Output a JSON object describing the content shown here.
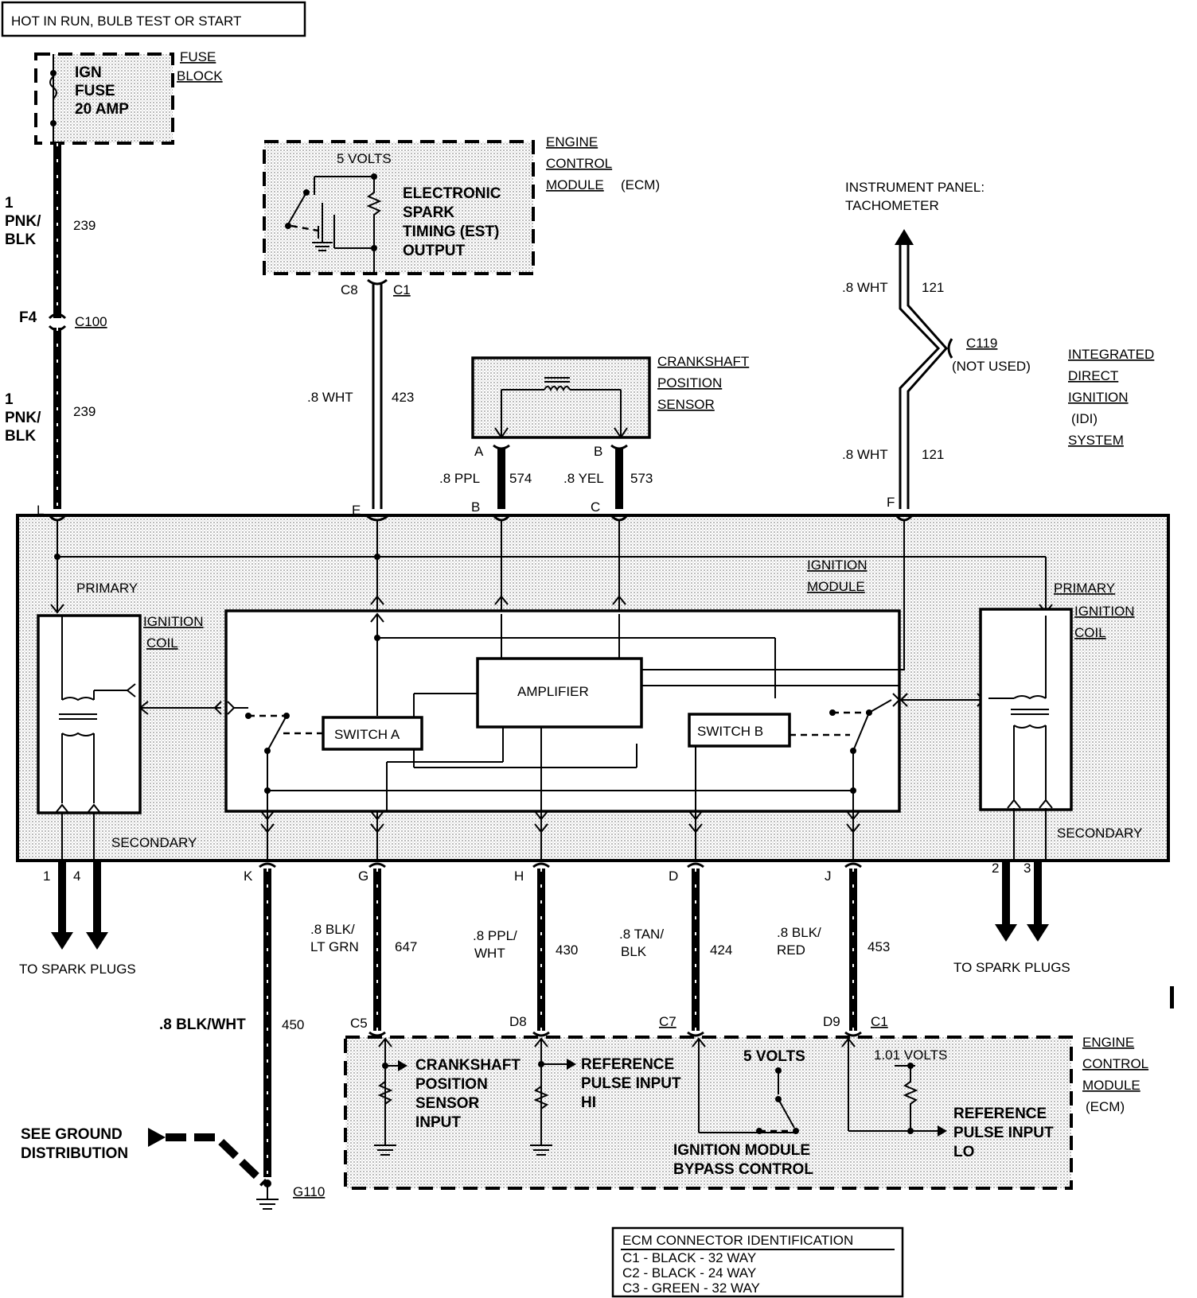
{
  "header": {
    "hot_label": "HOT IN RUN, BULB TEST OR START"
  },
  "fuse_block": {
    "fuse_line1": "IGN",
    "fuse_line2": "FUSE",
    "fuse_line3": "20 AMP",
    "label_line1": "FUSE",
    "label_line2": "BLOCK"
  },
  "wires": {
    "w239_top_gauge1": "1",
    "w239_top_gauge2": "PNK/",
    "w239_top_gauge3": "BLK",
    "w239_top_num": "239",
    "w239_bot_gauge1": "1",
    "w239_bot_gauge2": "PNK/",
    "w239_bot_gauge3": "BLK",
    "w239_bot_num": "239",
    "f4": "F4",
    "c100": "C100",
    "w423_gauge": ".8 WHT",
    "w423_num": "423",
    "w574_gauge": ".8 PPL",
    "w574_num": "574",
    "w573_gauge": ".8 YEL",
    "w573_num": "573",
    "w121_top_gauge": ".8 WHT",
    "w121_top_num": "121",
    "w121_bot_gauge": ".8 WHT",
    "w121_bot_num": "121",
    "c119": "C119",
    "not_used": "(NOT USED)",
    "w450_gauge": ".8 BLK/WHT",
    "w450_num": "450",
    "w647_gauge1": ".8 BLK/",
    "w647_gauge2": "LT GRN",
    "w647_num": "647",
    "w430_gauge1": ".8 PPL/",
    "w430_gauge2": "WHT",
    "w430_num": "430",
    "w424_gauge1": ".8 TAN/",
    "w424_gauge2": "BLK",
    "w424_num": "424",
    "w453_gauge1": ".8 BLK/",
    "w453_gauge2": "RED",
    "w453_num": "453",
    "g110": "G110"
  },
  "ecm_top": {
    "five_volts": "5 VOLTS",
    "line1": "ELECTRONIC",
    "line2": "SPARK",
    "line3": "TIMING (EST)",
    "line4": "OUTPUT",
    "label1": "ENGINE",
    "label2": "CONTROL",
    "label3": "MODULE",
    "label3b": "(ECM)",
    "pin_c8": "C8",
    "pin_c1": "C1"
  },
  "tach": {
    "line1": "INSTRUMENT PANEL:",
    "line2": "TACHOMETER"
  },
  "crank_sensor": {
    "label1": "CRANKSHAFT",
    "label2": "POSITION",
    "label3": "SENSOR",
    "pin_a": "A",
    "pin_b": "B"
  },
  "idi": {
    "line1": "INTEGRATED",
    "line2": "DIRECT",
    "line3": "IGNITION",
    "line4": "(IDI)",
    "line5": "SYSTEM"
  },
  "pins_top": {
    "l": "L",
    "e": "E",
    "b": "B",
    "c": "C",
    "f": "F"
  },
  "pins_bottom": {
    "p1": "1",
    "p4": "4",
    "k": "K",
    "g": "G",
    "h": "H",
    "d": "D",
    "j": "J",
    "p2": "2",
    "p3": "3"
  },
  "module": {
    "primary_left": "PRIMARY",
    "coil_left1": "IGNITION",
    "coil_left2": "COIL",
    "secondary_left": "SECONDARY",
    "ign_module1": "IGNITION",
    "ign_module2": "MODULE",
    "amplifier": "AMPLIFIER",
    "switch_a": "SWITCH A",
    "switch_b": "SWITCH B",
    "primary_right": "PRIMARY",
    "coil_right1": "IGNITION",
    "coil_right2": "COIL",
    "secondary_right": "SECONDARY"
  },
  "spark_left": "TO SPARK PLUGS",
  "spark_right": "TO SPARK PLUGS",
  "ground": {
    "line1": "SEE GROUND",
    "line2": "DISTRIBUTION"
  },
  "ecm_bottom": {
    "pin_c5": "C5",
    "pin_d8": "D8",
    "pin_c7": "C7",
    "pin_d9": "D9",
    "pin_c1": "C1",
    "crank_in1": "CRANKSHAFT",
    "crank_in2": "POSITION",
    "crank_in3": "SENSOR",
    "crank_in4": "INPUT",
    "ref_hi1": "REFERENCE",
    "ref_hi2": "PULSE INPUT",
    "ref_hi3": "HI",
    "five_volts": "5 VOLTS",
    "one_volts": "1.01 VOLTS",
    "bypass1": "IGNITION MODULE",
    "bypass2": "BYPASS CONTROL",
    "ref_lo1": "REFERENCE",
    "ref_lo2": "PULSE INPUT",
    "ref_lo3": "LO",
    "label1": "ENGINE",
    "label2": "CONTROL",
    "label3": "MODULE",
    "label4": "(ECM)"
  },
  "ecm_legend": {
    "title": "ECM CONNECTOR IDENTIFICATION",
    "row1": "C1 - BLACK - 32 WAY",
    "row2": "C2 - BLACK - 24 WAY",
    "row3": "C3 - GREEN - 32 WAY"
  }
}
